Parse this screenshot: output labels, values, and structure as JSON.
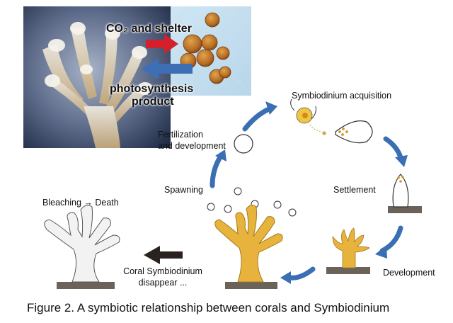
{
  "photo_labels": {
    "co2_shelter": "CO₂ and shelter",
    "photosynthesis_line1": "photosynthesis",
    "photosynthesis_line2": "product"
  },
  "cycle_labels": {
    "symbiodinium_acquisition": "Symbiodinium acquisition",
    "fertilization_line1": "Fertilization",
    "fertilization_line2": "and development",
    "settlement": "Settlement",
    "spawning": "Spawning",
    "development": "Development",
    "bleaching_death": "Bleaching → Death",
    "disappear_line1": "Coral Symbiodinium",
    "disappear_line2": "disappear ..."
  },
  "caption": "Figure 2. A symbiotic relationship between corals and Symbiodinium",
  "colors": {
    "co2_arrow": "#d4202a",
    "photosynthesis_arrow": "#3e6fb4",
    "cycle_arrow": "#3a6fb4",
    "coral_healthy": "#e8b33c",
    "coral_bleached": "#f2f2f2",
    "ground": "#6b625a",
    "bleach_arrow": "#2a2220"
  }
}
